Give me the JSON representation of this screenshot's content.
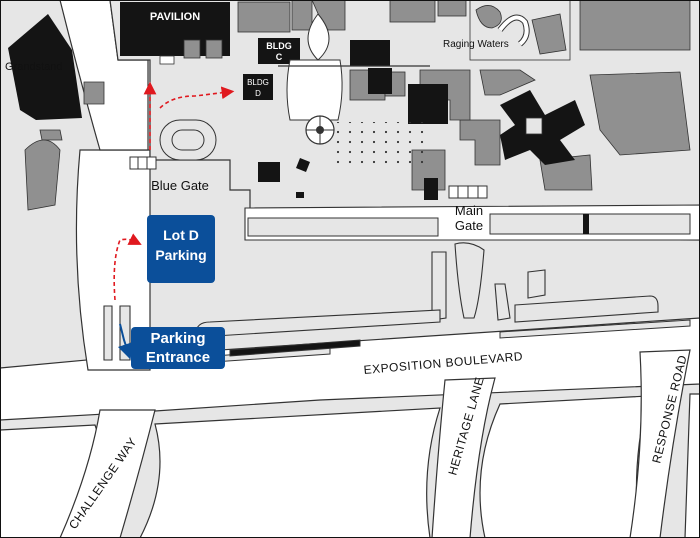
{
  "colors": {
    "ground": "#e6e6e6",
    "building_gray": "#909090",
    "building_black": "#141414",
    "callout_blue": "#0b4f9a",
    "route_red": "#e0191f",
    "route_blue": "#0b4f9a",
    "road_fill": "#ffffff",
    "outline": "#333333"
  },
  "labels": {
    "pavilion": "PAVILION",
    "grandstand": "Grandstand",
    "bldg_c_line1": "BLDG",
    "bldg_c_line2": "C",
    "bldg_d_line1": "BLDG",
    "bldg_d_line2": "D",
    "raging_waters": "Raging Waters",
    "blue_gate": "Blue Gate",
    "main_gate_line1": "Main",
    "main_gate_line2": "Gate"
  },
  "callouts": {
    "lot_d_line1": "Lot D",
    "lot_d_line2": "Parking",
    "entrance_line1": "Parking",
    "entrance_line2": "Entrance"
  },
  "roads": {
    "exposition": "EXPOSITION BOULEVARD",
    "heritage": "HERITAGE LANE",
    "response": "RESPONSE ROAD",
    "challenge": "CHALLENGE WAY"
  },
  "icons": {
    "route_arrow": "arrow-icon",
    "ticket_gate": "gate-icon",
    "ferris_wheel": "wheel-icon"
  }
}
